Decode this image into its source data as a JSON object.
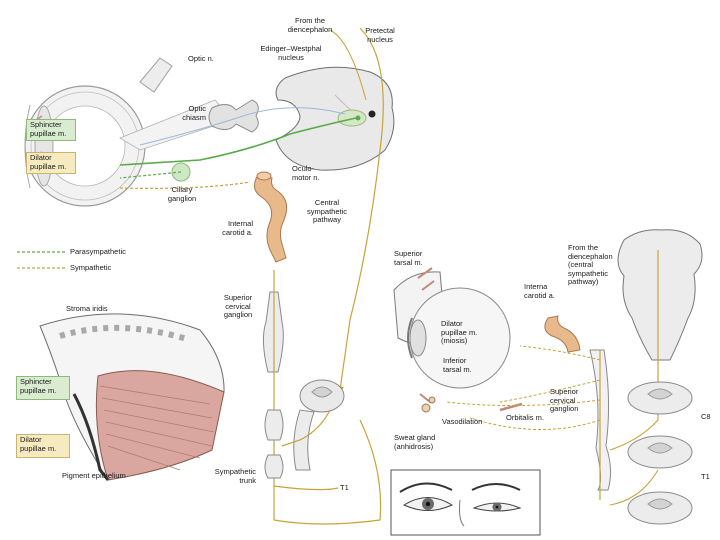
{
  "colors": {
    "parasympathetic": "#5aaa4a",
    "sympathetic": "#c9a23a",
    "tissue_grey": "#d8d8d8",
    "carotid": "#e8b98a",
    "muscle": "#d9a7a0",
    "green_box": "#d9ecd0",
    "yellow_box": "#f6ebc0"
  },
  "legend": {
    "parasympathetic": "Parasympathetic",
    "sympathetic": "Sympathetic"
  },
  "labels": {
    "from_diencephalon_top": "From the\ndiencephalon",
    "pretectal_nucleus": "Pretectal\nnucleus",
    "edinger_westphal": "Edinger–Westphal\nnucleus",
    "optic_n": "Optic n.",
    "optic_chiasm": "Optic\nchiasm",
    "oculomotor_n": "Oculo-\nmotor n.",
    "ciliary_ganglion": "Ciliary\nganglion",
    "central_sympathetic_pathway": "Central\nsympathetic\npathway",
    "internal_carotid_a": "Internal\ncarotid a.",
    "superior_cervical_ganglion": "Superior\ncervical\nganglion",
    "sympathetic_trunk": "Sympathetic\ntrunk",
    "t1": "T1",
    "stroma_iridis": "Stroma iridis",
    "pigment_epithelium": "Pigment epithelium",
    "superior_tarsal_m": "Superior\ntarsal m.",
    "dilator_pupillae_miosis": "Dilator\npupillae m.\n(miosis)",
    "inferior_tarsal_m": "Inferior\ntarsal m.",
    "internal_carotid_a_right": "Interna\ncarotid a.",
    "superior_cervical_ganglion_right": "Superior\ncervical\nganglion",
    "vasodilation": "Vasodilation",
    "orbitalis_m": "Orbitalis m.",
    "sweat_gland": "Sweat gland\n(anhidrosis)",
    "from_diencephalon_right": "From the\ndiencephalon\n(central\nsympathetic\npathway)",
    "c8": "C8",
    "t1_right": "T1"
  },
  "boxes": {
    "sphincter_top": "Sphincter\npupillae m.",
    "dilator_top": "Dilator\npupillae m.",
    "sphincter_bottom": "Sphincter\npupillae m.",
    "dilator_bottom": "Dilator\npupillae m."
  }
}
